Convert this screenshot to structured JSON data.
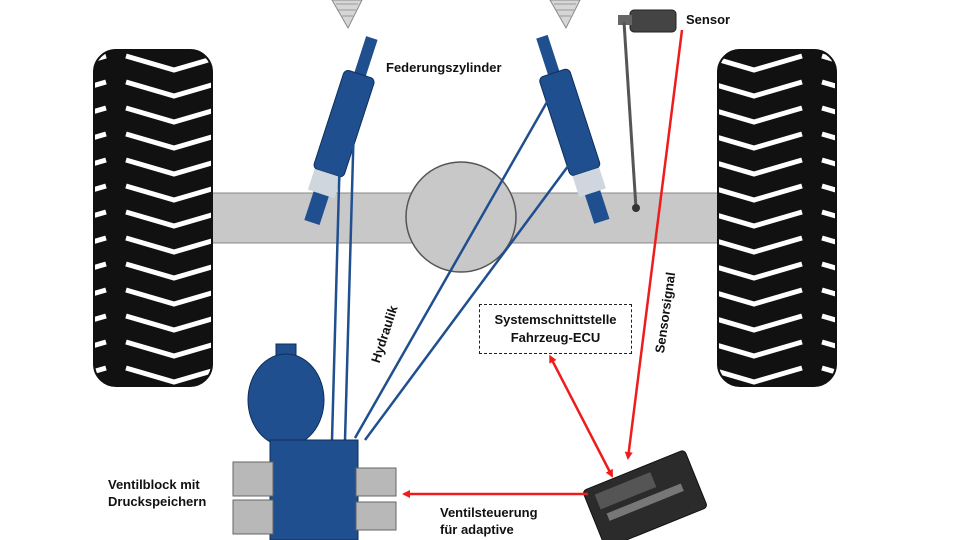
{
  "labels": {
    "sensor": "Sensor",
    "cylinder": "Federungszylinder",
    "hydraulics": "Hydraulik",
    "sensor_signal": "Sensorsignal",
    "interface_line1": "Systemschnittstelle",
    "interface_line2": "Fahrzeug-ECU",
    "valve_block_line1": "Ventilblock mit",
    "valve_block_line2": "Druckspeichern",
    "valve_control_line1": "Ventilsteuerung",
    "valve_control_line2": "für adaptive"
  },
  "colors": {
    "axle": "#c8c8c8",
    "tire": "#111111",
    "cylinder": "#1f4f8f",
    "hydraulic_line": "#1f4f8f",
    "signal": "#ee1c1c",
    "ecu": "#2b2b2b"
  },
  "icons": [
    "tire-left",
    "tire-right",
    "differential",
    "cylinder-left",
    "cylinder-right",
    "height-sensor",
    "accumulator",
    "valve-block",
    "ecu-unit"
  ]
}
